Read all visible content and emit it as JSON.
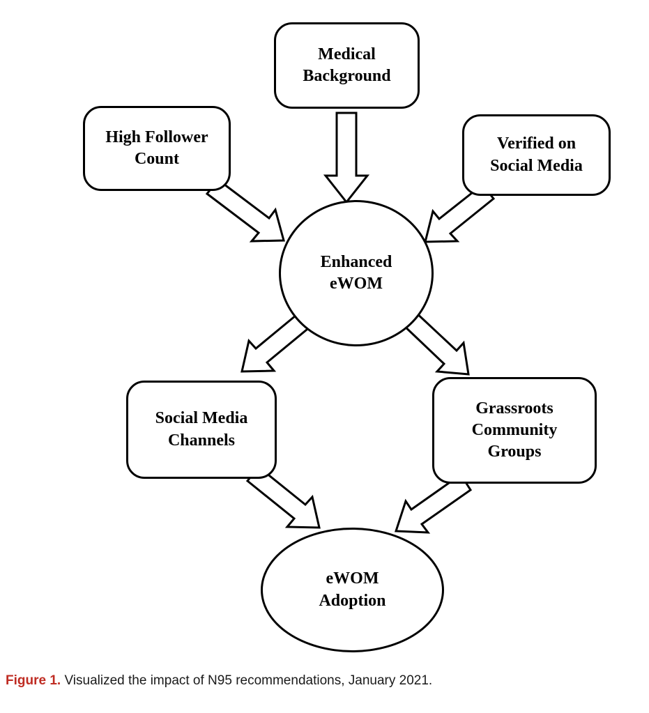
{
  "diagram": {
    "nodes": {
      "medical_background": {
        "label": "Medical\nBackground"
      },
      "high_follower_count": {
        "label": "High Follower\nCount"
      },
      "verified_social_media": {
        "label": "Verified on\nSocial Media"
      },
      "enhanced_ewom": {
        "label": "Enhanced\neWOM"
      },
      "social_media_channels": {
        "label": "Social Media\nChannels"
      },
      "grassroots_groups": {
        "label": "Grassroots\nCommunity\nGroups"
      },
      "ewom_adoption": {
        "label": "eWOM\nAdoption"
      }
    },
    "arrows": [
      "medical-background-to-enhanced-ewom",
      "high-follower-count-to-enhanced-ewom",
      "verified-social-media-to-enhanced-ewom",
      "enhanced-ewom-to-social-media-channels",
      "enhanced-ewom-to-grassroots-groups",
      "social-media-channels-to-ewom-adoption",
      "grassroots-groups-to-ewom-adoption"
    ],
    "colors": {
      "node_border": "#000000",
      "node_fill": "#ffffff",
      "text": "#000000",
      "caption_accent": "#bf2c23"
    }
  },
  "caption": {
    "prefix": "Figure 1.",
    "text": " Visualized the impact of N95 recommendations, January 2021."
  }
}
